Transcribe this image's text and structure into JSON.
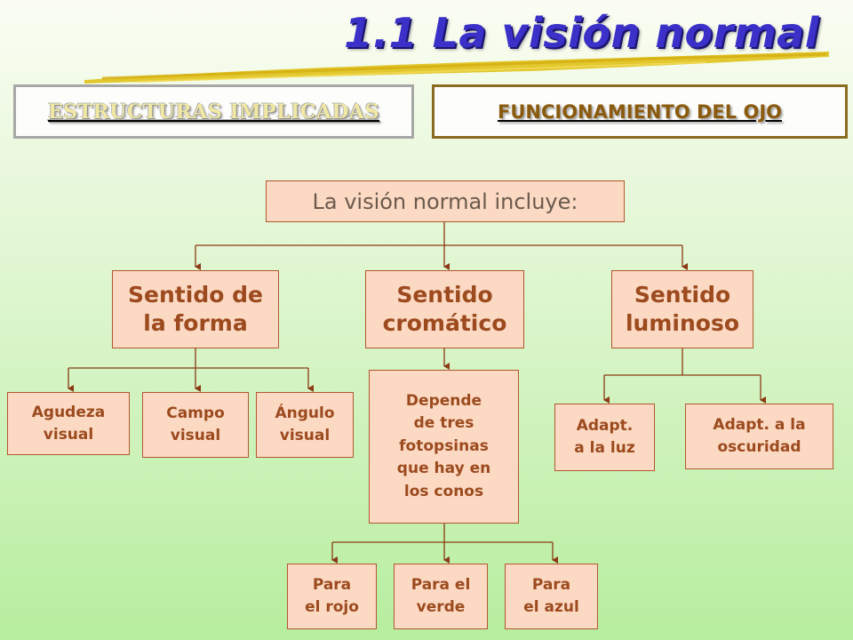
{
  "header": {
    "title": "1.1 La visión normal"
  },
  "tabs": [
    {
      "label": "ESTRUCTURAS IMPLICADAS"
    },
    {
      "label": "FUNCIONAMIENTO DEL OJO"
    }
  ],
  "diagram": {
    "root": "La visión normal incluye:",
    "forma": {
      "label": "Sentido de\nla forma",
      "children": [
        "Agudeza\nvisual",
        "Campo\nvisual",
        "Ángulo\nvisual"
      ]
    },
    "cromatico": {
      "label": "Sentido\ncromático",
      "desc": "Depende\nde tres\nfotopsinas\nque hay en\nlos conos",
      "children": [
        "Para\nel rojo",
        "Para el\nverde",
        "Para\nel azul"
      ]
    },
    "luminoso": {
      "label": "Sentido\nluminoso",
      "children": [
        "Adapt.\na la luz",
        "Adapt. a la\noscuridad"
      ]
    }
  },
  "colors": {
    "title": "#3b30c8",
    "node_fill": "#fbd9c3",
    "node_border": "#b25730",
    "connector": "#8b3a14",
    "brush": "#e0c21a"
  }
}
